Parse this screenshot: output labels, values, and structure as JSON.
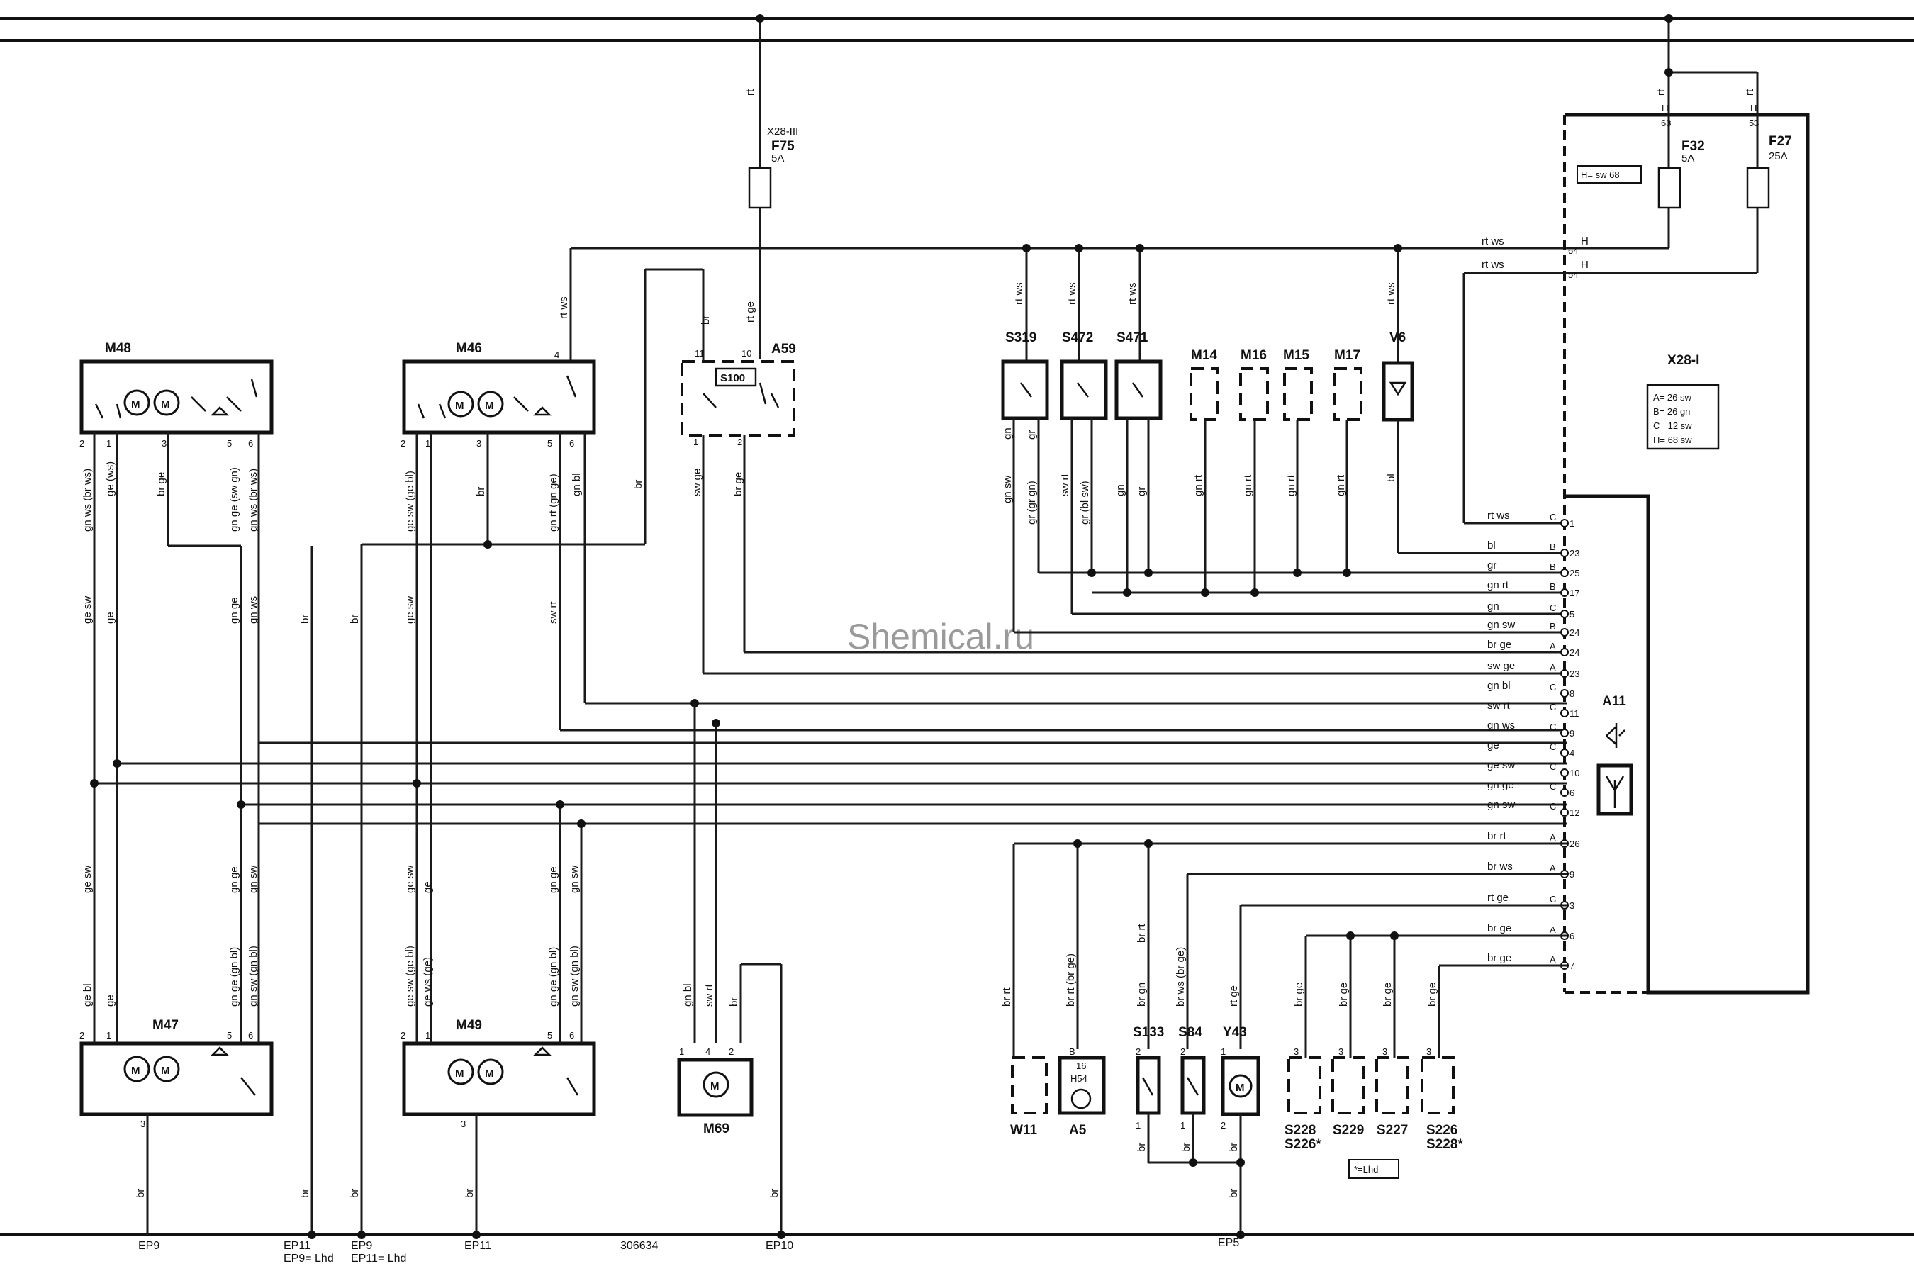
{
  "watermark": "Shemical.ru",
  "drawing_number": "306634",
  "components": {
    "m48": "M48",
    "m46": "M46",
    "m47": "M47",
    "m49": "M49",
    "m69": "M69",
    "a59": "A59",
    "s100": "S100",
    "s319": "S319",
    "s472": "S472",
    "s471": "S471",
    "m14": "M14",
    "m16": "M16",
    "m15": "M15",
    "m17": "M17",
    "v6": "V6",
    "x28i": "X28-I",
    "a11": "A11",
    "f75": "F75",
    "f75_rating": "5A",
    "f75_conn": "X28-III",
    "f32": "F32",
    "f32_rating": "5A",
    "f27": "F27",
    "f27_rating": "25A",
    "w11": "W11",
    "a5": "A5",
    "h54": "H54",
    "s133": "S133",
    "s84": "S84",
    "y43": "Y43",
    "s228": "S228",
    "s226_star": "S226*",
    "s229": "S229",
    "s227": "S227",
    "s226": "S226",
    "s228_star": "S228*"
  },
  "notes": {
    "h_sw68_box": "H= sw 68",
    "x28_legend": [
      "A= 26 sw",
      "B= 26 gn",
      "C= 12 sw",
      "H= 68 sw"
    ],
    "lhd_note": "*=Lhd"
  },
  "grounds": {
    "ep9_a": "EP9",
    "ep11_a": "EP11",
    "ep9_lhd": "EP9= Lhd",
    "ep9_b": "EP9",
    "ep11_lhd": "EP11= Lhd",
    "ep11_b": "EP11",
    "ep10": "EP10",
    "ep5": "EP5"
  },
  "wires": {
    "rt": "rt",
    "rt_ws": "rt ws",
    "rt_ge": "rt ge",
    "br": "br",
    "sw_ge": "sw ge",
    "br_ge": "br ge",
    "gn_ws_br_ws": "gn ws (br ws)",
    "ge_ws": "ge (ws)",
    "gn_ge_sw_gn": "gn ge (sw gn)",
    "gn_ws_br_ws2": "gn ws (br ws)",
    "ge_sw_ge_bl": "ge sw (ge bl)",
    "gn_rt_gn_ge": "gn rt (gn ge)",
    "gn_bl": "gn bl",
    "ge_sw": "ge sw",
    "ge": "ge",
    "gn_ge": "gn ge",
    "gn_ws": "gn ws",
    "sw_rt": "sw rt",
    "ge_bl": "ge bl",
    "gn_ge_gn_bl": "gn ge (gn bl)",
    "gn_sw_gn_bl": "gn sw (gn bl)",
    "gn_sw": "gn sw",
    "ge_sw_ge_bl2": "ge sw (ge bl)",
    "ge_ws_ge": "ge ws (ge)",
    "gn_ge_gn_bl2": "gn ge (gn bl)",
    "gn": "gn",
    "gr": "gr",
    "gn_sw_s319": "gn sw",
    "gr_gr_gn": "gr (gr gn)",
    "gr_bl_sw": "gr (bl sw)",
    "gn_rt": "gn rt",
    "bl": "bl",
    "br_rt": "br rt",
    "br_rt_br_ge": "br rt (br ge)",
    "br_gn": "br gn",
    "br_ws_br_ge": "br ws (br ge)",
    "br_ws": "br ws"
  },
  "x28_rows": [
    {
      "wire": "rt ws",
      "letter": "C",
      "pin": "1"
    },
    {
      "wire": "bl",
      "letter": "B",
      "pin": "23"
    },
    {
      "wire": "gr",
      "letter": "B",
      "pin": "25"
    },
    {
      "wire": "gn rt",
      "letter": "B",
      "pin": "17"
    },
    {
      "wire": "gn",
      "letter": "C",
      "pin": "5"
    },
    {
      "wire": "gn sw",
      "letter": "B",
      "pin": "24"
    },
    {
      "wire": "br ge",
      "letter": "A",
      "pin": "24"
    },
    {
      "wire": "sw ge",
      "letter": "A",
      "pin": "23"
    },
    {
      "wire": "gn bl",
      "letter": "C",
      "pin": "8"
    },
    {
      "wire": "sw rt",
      "letter": "C",
      "pin": "11"
    },
    {
      "wire": "gn ws",
      "letter": "C",
      "pin": "9"
    },
    {
      "wire": "ge",
      "letter": "C",
      "pin": "4"
    },
    {
      "wire": "ge sw",
      "letter": "C",
      "pin": "10"
    },
    {
      "wire": "gn ge",
      "letter": "C",
      "pin": "6"
    },
    {
      "wire": "gn sw",
      "letter": "C",
      "pin": "12"
    },
    {
      "wire": "br rt",
      "letter": "A",
      "pin": "26"
    },
    {
      "wire": "br ws",
      "letter": "A",
      "pin": "9"
    },
    {
      "wire": "rt ge",
      "letter": "C",
      "pin": "3"
    },
    {
      "wire": "br ge",
      "letter": "A",
      "pin": "6"
    },
    {
      "wire": "br ge",
      "letter": "A",
      "pin": "7"
    }
  ],
  "x28_top": [
    {
      "wire": "rt ws",
      "letter": "H",
      "pin": "64"
    },
    {
      "wire": "rt ws",
      "letter": "H",
      "pin": "54"
    },
    {
      "letter": "H",
      "pin": "63"
    },
    {
      "letter": "H",
      "pin": "53"
    }
  ]
}
